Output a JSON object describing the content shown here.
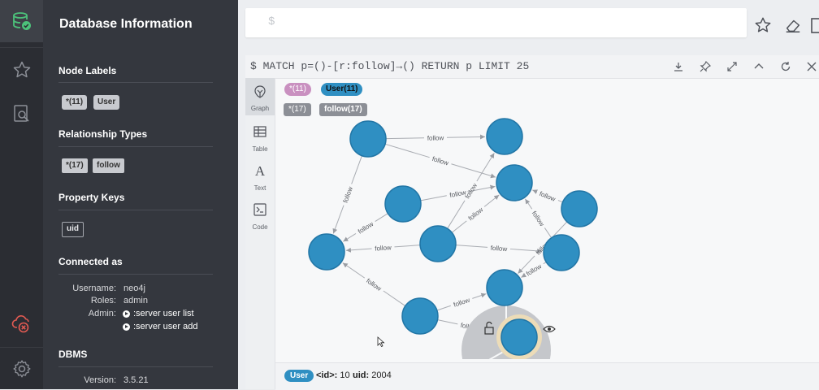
{
  "rail": {
    "icons": [
      "database-icon",
      "star-icon",
      "search-docs-icon",
      "cloud-disconnected-icon",
      "gear-icon"
    ]
  },
  "panel": {
    "title": "Database Information",
    "node_labels_title": "Node Labels",
    "node_labels": [
      "*(11)",
      "User"
    ],
    "rel_types_title": "Relationship Types",
    "rel_types": [
      "*(17)",
      "follow"
    ],
    "property_keys_title": "Property Keys",
    "property_keys": [
      "uid"
    ],
    "connected_title": "Connected as",
    "username_label": "Username:",
    "username": "neo4j",
    "roles_label": "Roles:",
    "roles": "admin",
    "admin_label": "Admin:",
    "admin_links": [
      ":server user list",
      ":server user add"
    ],
    "dbms_title": "DBMS",
    "version_label": "Version:",
    "version": "3.5.21"
  },
  "editor": {
    "prompt": "$"
  },
  "frame": {
    "query": "$ MATCH p=()-[r:follow]→() RETURN p LIMIT 25",
    "tabs": [
      "Graph",
      "Table",
      "Text",
      "Code"
    ],
    "label_chips": [
      "*(11)",
      "User(11)"
    ],
    "rel_chips": [
      "*(17)",
      "follow(17)"
    ],
    "edge_label": "follow",
    "status": {
      "label": "User",
      "id_key": "<id>:",
      "id_val": "10",
      "uid_key": "uid:",
      "uid_val": "2004"
    }
  },
  "colors": {
    "node_fill": "#2f8fc2",
    "node_stroke": "#2276a6",
    "star_chip": "#c990c0",
    "user_chip": "#2f8fc2",
    "rel_chip": "#8c8f96",
    "accent_green": "#4cc17a",
    "alert_red": "#e25a52"
  }
}
